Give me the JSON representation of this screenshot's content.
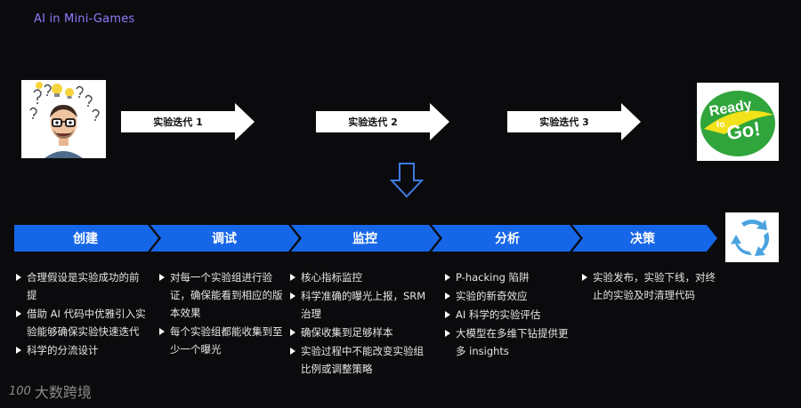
{
  "title": "AI in Mini-Games",
  "iterations": [
    {
      "label": "实验迭代 1"
    },
    {
      "label": "实验迭代 2"
    },
    {
      "label": "实验迭代 3"
    }
  ],
  "phases": [
    {
      "label": "创建",
      "items": [
        "合理假设是实验成功的前提",
        "借助 AI 代码中优雅引入实验能够确保实验快速迭代",
        "科学的分流设计"
      ]
    },
    {
      "label": "调试",
      "items": [
        "对每一个实验组进行验证，确保能看到相应的版本效果",
        "每个实验组都能收集到至少一个曝光"
      ]
    },
    {
      "label": "监控",
      "items": [
        "核心指标监控",
        "科学准确的曝光上报，SRM治理",
        "确保收集到足够样本",
        "实验过程中不能改变实验组比例或调整策略"
      ]
    },
    {
      "label": "分析",
      "items": [
        "P-hacking 陷阱",
        "实验的新奇效应",
        "AI 科学的实验评估",
        "大模型在多维下钻提供更多 insights"
      ]
    },
    {
      "label": "决策",
      "items": [
        "实验发布，实验下线，对终止的实验及时清理代码"
      ]
    }
  ],
  "ready_logo": {
    "line1": "Ready",
    "line2": "to",
    "line3": "Go!"
  },
  "watermark": {
    "logo": "100",
    "text": "大数跨境"
  },
  "colors": {
    "phase_blue": "#1666e8",
    "accent_purple": "#8f7cff",
    "ready_green": "#2fa53c",
    "ready_yellow": "#f2e21a"
  },
  "icons": [
    "thinking-man-icon",
    "ready-to-go-icon",
    "recycle-arrows-icon",
    "down-arrow-icon"
  ]
}
